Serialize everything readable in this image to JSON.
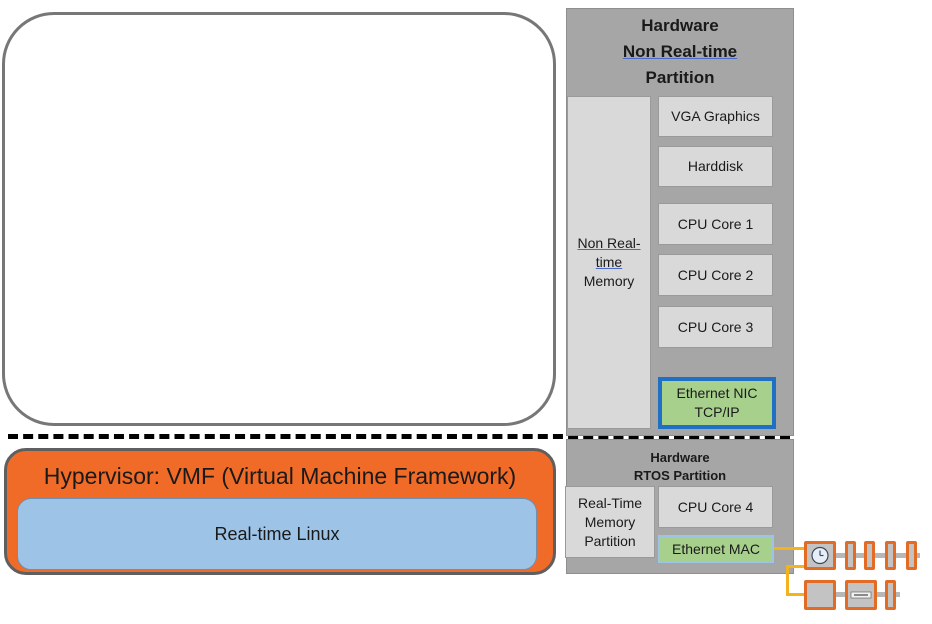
{
  "virtual_machine": {},
  "hardware_nrt": {
    "title_line1": "Hardware",
    "title_line2": "Non Real-time",
    "title_line3": "Partition",
    "memory_line1": "Non Real-",
    "memory_line2": "time",
    "memory_line3": "Memory",
    "vga": "VGA Graphics",
    "harddisk": "Harddisk",
    "cpu1": "CPU Core 1",
    "cpu2": "CPU Core 2",
    "cpu3": "CPU Core 3",
    "eth_nic_line1": "Ethernet NIC",
    "eth_nic_line2": "TCP/IP"
  },
  "hardware_rtos": {
    "title_line1": "Hardware",
    "title_line2": "RTOS Partition",
    "memory_line1": "Real-Time",
    "memory_line2": "Memory",
    "memory_line3": "Partition",
    "cpu4": "CPU Core 4",
    "eth_mac": "Ethernet MAC"
  },
  "hypervisor": {
    "label": "Hypervisor: VMF (Virtual Machine Framework)",
    "inner": "Real-time Linux"
  },
  "colors": {
    "hypervisor": "#f06b27",
    "realtime_linux": "#9dc3e6",
    "ethernet": "#a8d08d",
    "nic_border": "#1f6fc5",
    "hardware_panel": "#a6a6a6",
    "component": "#d9d9d9"
  },
  "icons": [
    "clock-icon",
    "io-module-icon"
  ]
}
